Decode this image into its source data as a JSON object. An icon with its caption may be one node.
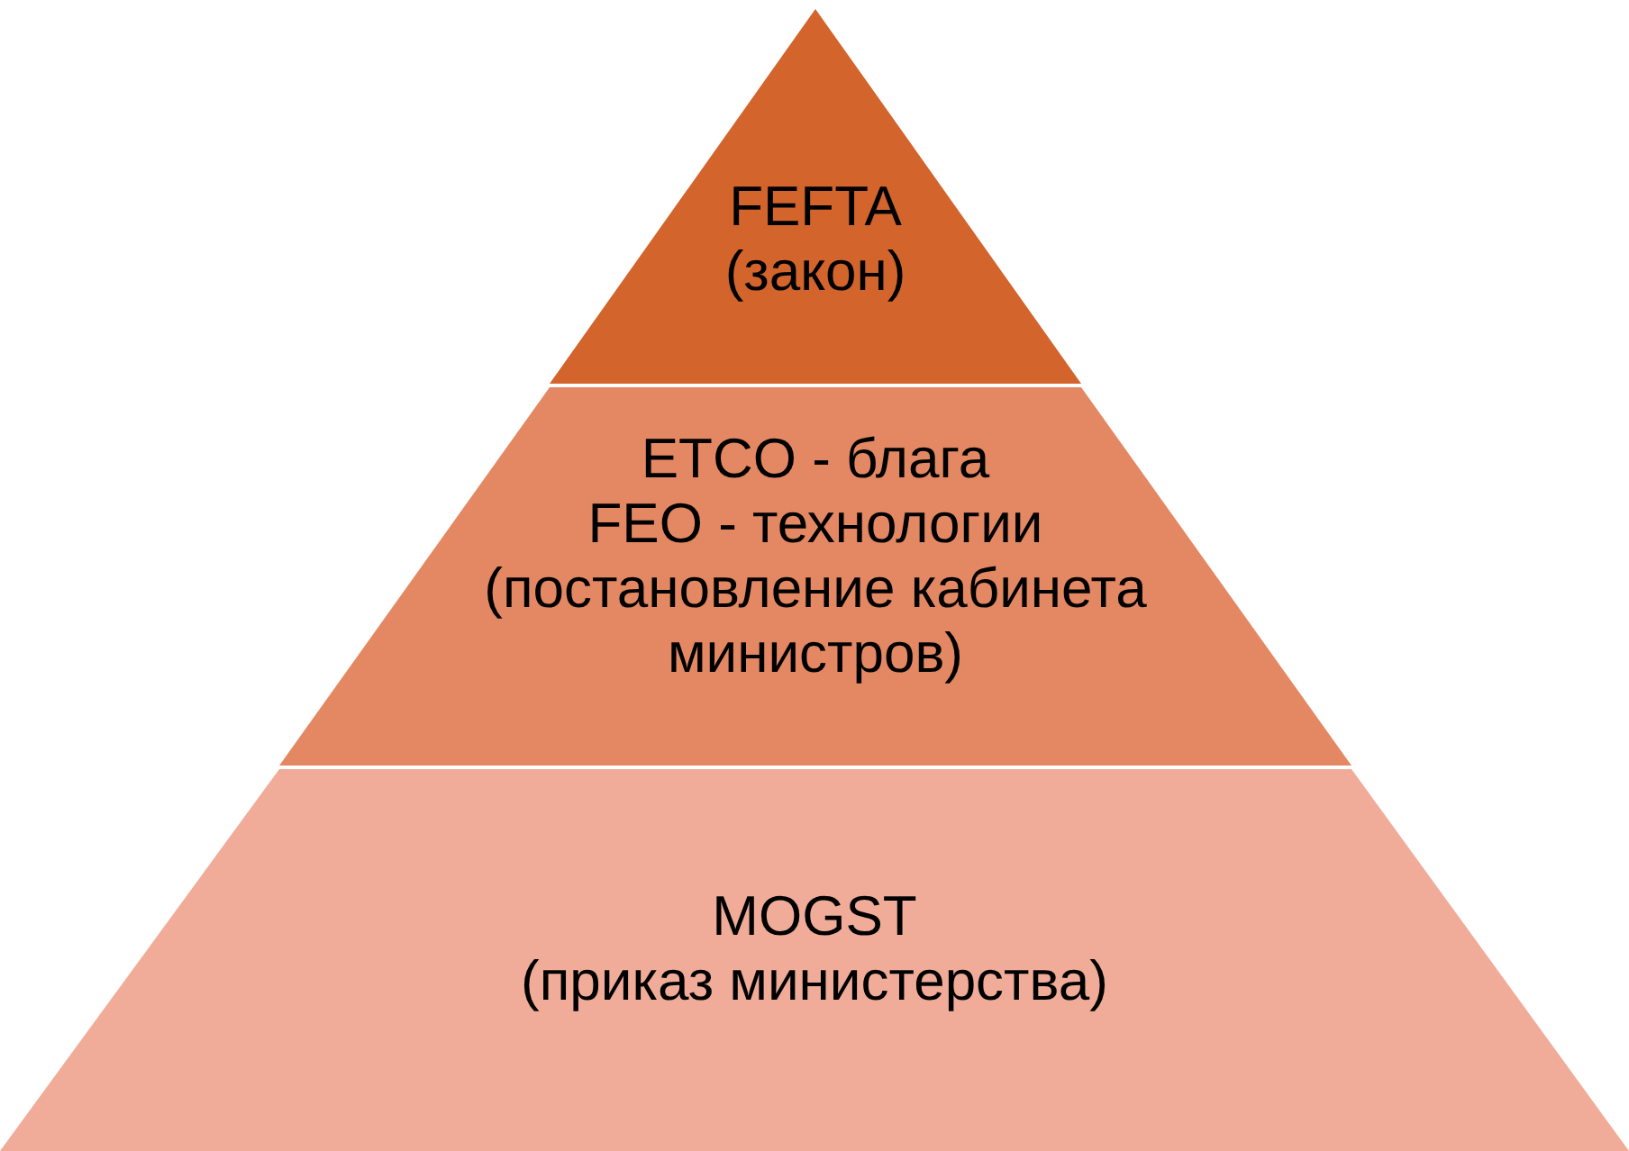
{
  "diagram": {
    "nodes": [
      {
        "text": [
          "FEFTA",
          "(закон)"
        ]
      },
      {
        "text": [
          "ETCO - блага",
          "FEO - технологии",
          "(постановление кабинета министров)"
        ]
      },
      {
        "text": [
          "MOGST",
          "(приказ министерства)"
        ]
      }
    ]
  }
}
